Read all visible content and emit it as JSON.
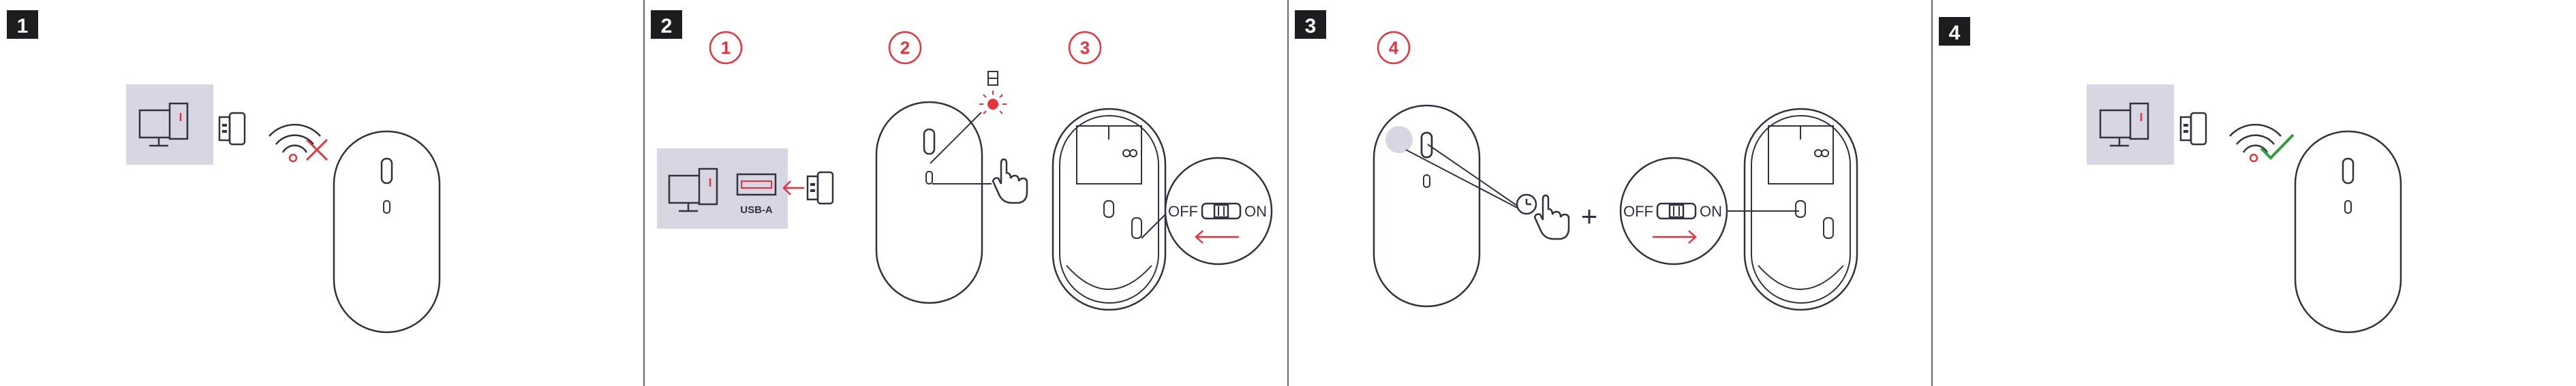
{
  "steps": [
    "1",
    "2",
    "3",
    "4"
  ],
  "sub_steps": [
    "1",
    "2",
    "3",
    "4"
  ],
  "labels": {
    "usb_port": "USB-A",
    "switch_off": "OFF",
    "switch_on": "ON",
    "plus": "+"
  },
  "colors": {
    "ink": "#2f3241",
    "accent_red": "#e2353f",
    "success_green": "#2e9e3f",
    "computer_bg": "#d9d6e4",
    "badge_bg": "#1d1d1f"
  },
  "icons": [
    "computer-icon",
    "usb-receiver-icon",
    "no-wireless-icon",
    "wireless-connected-icon",
    "hand-pointer-icon",
    "clock-icon",
    "mouse-icon"
  ]
}
